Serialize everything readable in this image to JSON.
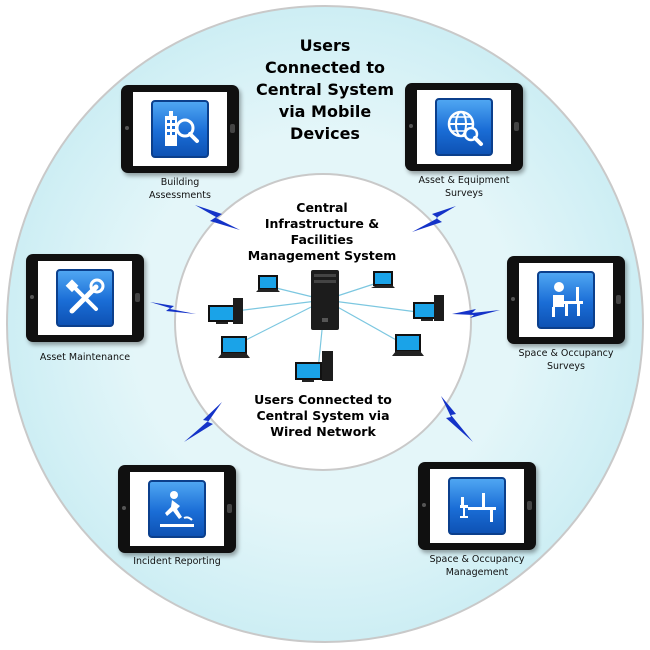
{
  "outer_title_lines": [
    "Users",
    "Connected to",
    "Central System",
    "via Mobile",
    "Devices"
  ],
  "center_title_lines": [
    "Central",
    "Infrastructure &",
    "Facilities",
    "Management System"
  ],
  "bottom_title_lines": [
    "Users Connected to",
    "Central System via",
    "Wired Network"
  ],
  "devices": {
    "building": {
      "label_lines": [
        "Building",
        "Assessments"
      ],
      "icon": "building-search-icon"
    },
    "asset_survey": {
      "label_lines": [
        "Asset & Equipment",
        "Surveys"
      ],
      "icon": "globe-search-icon"
    },
    "maintenance": {
      "label_lines": [
        "Asset Maintenance"
      ],
      "icon": "tools-icon"
    },
    "space_surveys": {
      "label_lines": [
        "Space & Occupancy",
        "Surveys"
      ],
      "icon": "person-desk-icon"
    },
    "incident": {
      "label_lines": [
        "Incident Reporting"
      ],
      "icon": "fall-hazard-icon"
    },
    "space_mgmt": {
      "label_lines": [
        "Space & Occupancy",
        "Management"
      ],
      "icon": "desk-chair-icon"
    }
  },
  "colors": {
    "outer_circle": "#d8f1f6",
    "inner_circle": "#ffffff",
    "ring_border": "#c9c9c9",
    "network_line": "#7cc7e0",
    "lightning": "#1433c8",
    "monitor_screen": "#1aa3e8",
    "app_icon": "#1a6dd6"
  }
}
